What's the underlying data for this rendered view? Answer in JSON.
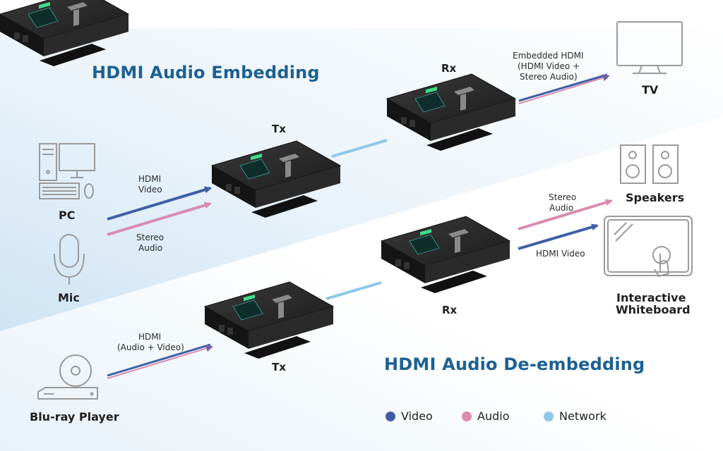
{
  "titles": {
    "embedding": "HDMI Audio Embedding",
    "deembedding": "HDMI Audio De-embedding"
  },
  "devices": {
    "pc": "PC",
    "mic": "Mic",
    "tx_top": "Tx",
    "rx_top": "Rx",
    "tv": "TV",
    "speakers": "Speakers",
    "whiteboard_line1": "Interactive",
    "whiteboard_line2": "Whiteboard",
    "rx_bottom": "Rx",
    "tx_bottom": "Tx",
    "bluray": "Blu-ray Player"
  },
  "arrows": {
    "hdmi_video_line1": "HDMI",
    "hdmi_video_line2": "Video",
    "stereo_audio_line1": "Stereo",
    "stereo_audio_line2": "Audio",
    "embedded_line1": "Embedded HDMI",
    "embedded_line2": "(HDMI Video +",
    "embedded_line3": "Stereo Audio)",
    "speakers_audio_line1": "Stereo",
    "speakers_audio_line2": "Audio",
    "wb_video": "HDMI Video",
    "bluray_line1": "HDMI",
    "bluray_line2": "(Audio + Video)"
  },
  "legend": {
    "video": "Video",
    "audio": "Audio",
    "network": "Network"
  },
  "colors": {
    "video": "#3e5fa3",
    "audio": "#d98bb0",
    "network": "#8fc7e6",
    "title": "#1d6193"
  },
  "icons": [
    "pc-icon",
    "mic-icon",
    "tv-icon",
    "speakers-icon",
    "whiteboard-icon",
    "bluray-icon",
    "extender-device"
  ]
}
